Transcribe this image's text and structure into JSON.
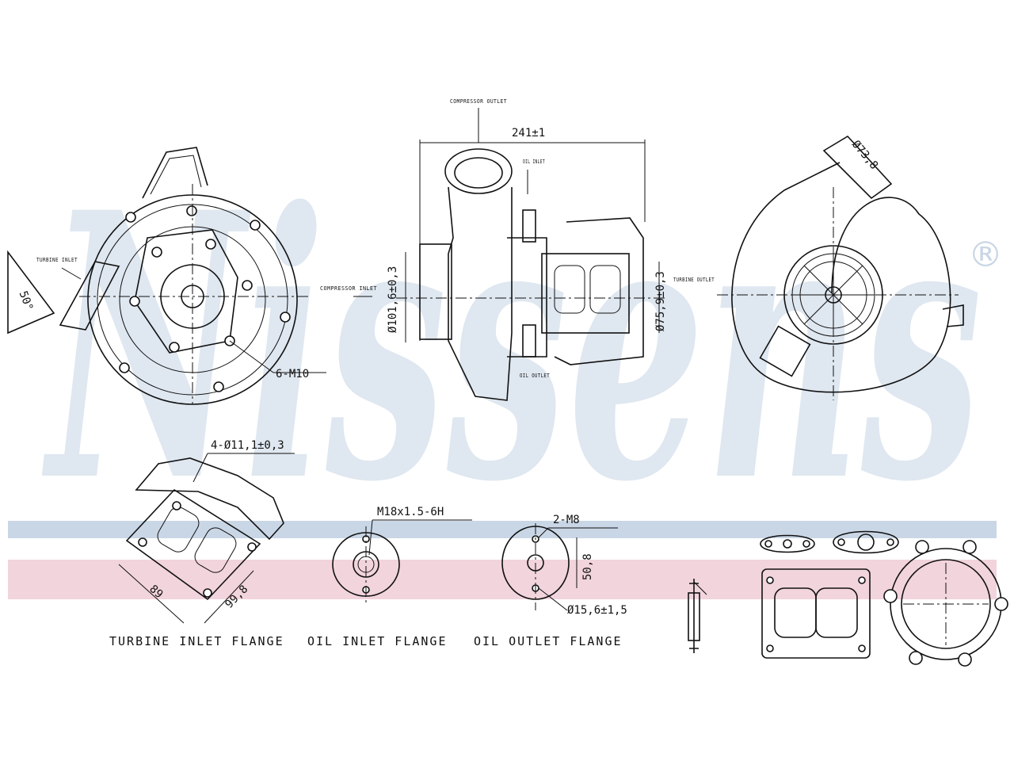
{
  "brand": {
    "watermark": "Nissens",
    "registered_mark": "®",
    "watermark_color": "#dfe7f0",
    "stripe_blue": "#c9d6e6",
    "stripe_pink": "#f2d4dc"
  },
  "callouts": {
    "compressor_outlet": "COMPRESSOR OUTLET",
    "oil_inlet": "OIL INLET",
    "oil_outlet": "OIL OUTLET",
    "turbine_inlet": "TURBINE INLET",
    "compressor_inlet": "COMPRESSOR INLET",
    "turbine_outlet": "TURBINE OUTLET"
  },
  "dimensions": {
    "overall_length": "241±1",
    "compressor_diameter": "Ø101,6±0,3",
    "turbine_outlet_diameter": "Ø75,9±0,3",
    "outlet_diameter": "Ø73,8",
    "inlet_angle": "50°",
    "bolt_pattern": "6-M10",
    "turbine_flange_holes": "4-Ø11,1±0,3",
    "turbine_flange_width": "89",
    "turbine_flange_height": "99,8",
    "oil_inlet_thread": "M18x1.5-6H",
    "oil_outlet_bolts": "2-M8",
    "oil_outlet_spacing": "50,8",
    "oil_outlet_bore": "Ø15,6±1,5"
  },
  "labels": {
    "turbine_inlet_flange": "TURBINE INLET FLANGE",
    "oil_inlet_flange": "OIL INLET FLANGE",
    "oil_outlet_flange": "OIL OUTLET FLANGE"
  }
}
